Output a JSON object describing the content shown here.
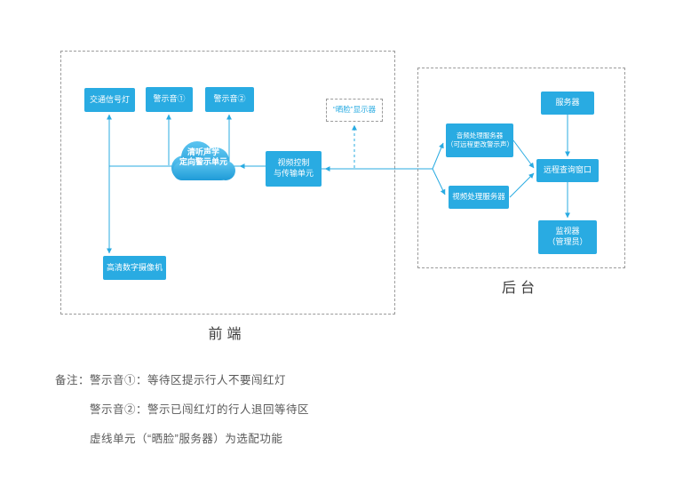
{
  "colors": {
    "node": "#29abe2",
    "wire": "#29abe2",
    "region_border": "#9b9b9b",
    "note_text": "#595959"
  },
  "frontend": {
    "label": "前端",
    "nodes": {
      "traffic_light": "交通信号灯",
      "warning1": "警示音①",
      "warning2": "警示音②",
      "cloud_line1": "清听声学",
      "cloud_line2": "定向警示单元",
      "video_ctrl": "视频控制\n与传输单元",
      "camera": "高清数字摄像机",
      "face_display": "“晒脸”显示器"
    }
  },
  "backend": {
    "label": "后台",
    "nodes": {
      "audio_server": "音频处理服务器\n（可远程更改警示声）",
      "video_server": "视频处理服务器",
      "server": "服务器",
      "query_window": "远程查询窗口",
      "monitor": "监视器\n（管理员）"
    }
  },
  "notes": {
    "prefix": "备注：",
    "lines": [
      "警示音①：等待区提示行人不要闯红灯",
      "警示音②：警示已闯红灯的行人退回等待区",
      "虚线单元（“晒脸”服务器）为选配功能"
    ]
  }
}
